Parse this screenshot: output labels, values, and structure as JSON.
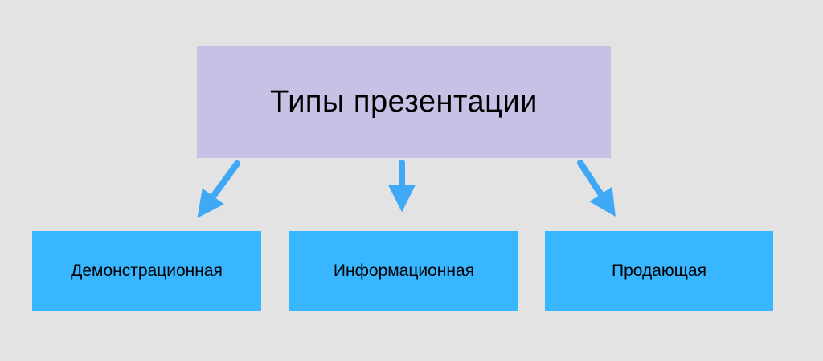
{
  "diagram": {
    "title": "Типы презентации",
    "nodes": [
      {
        "label": "Демонстрационная"
      },
      {
        "label": "Информационная"
      },
      {
        "label": "Продающая"
      }
    ],
    "colors": {
      "background": "#e3e3e3",
      "title_box": "#c6c1e5",
      "node_box": "#38b6ff",
      "arrow": "#3fa9f5",
      "text": "#000000"
    }
  }
}
